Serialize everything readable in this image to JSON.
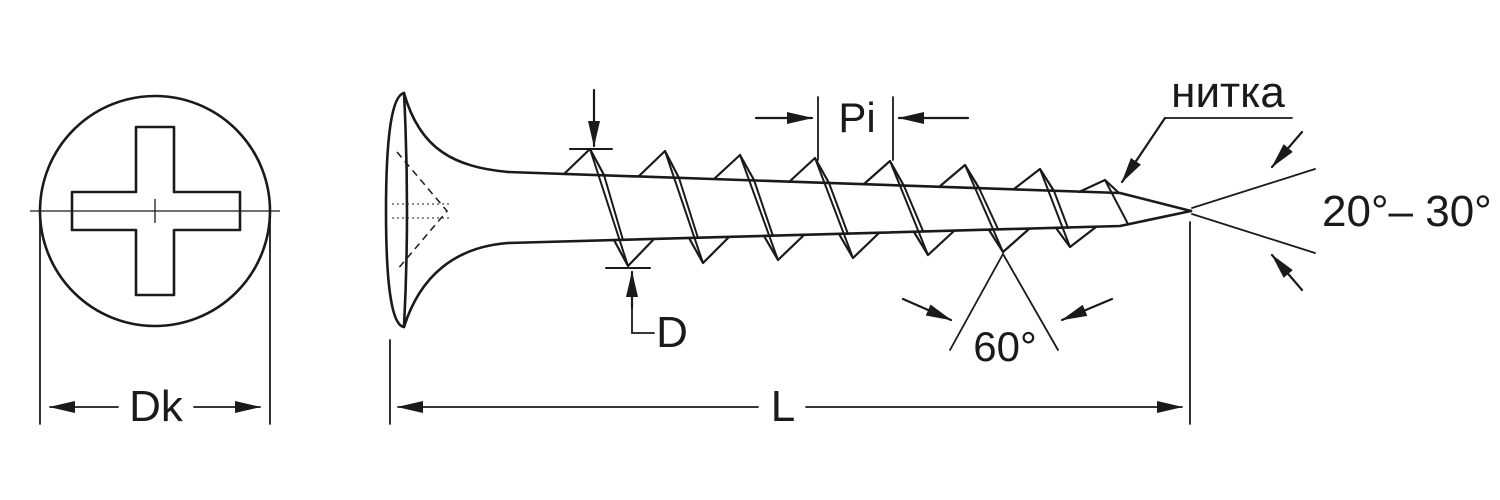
{
  "diagram": {
    "title": "drywall-screw-dimension-drawing",
    "labels": {
      "head_diameter": "Dk",
      "thread_diameter": "D",
      "pitch": "Pi",
      "length": "L",
      "thread": "нитка",
      "flank_angle": "60°",
      "tip_angle": "20°– 30°"
    },
    "colors": {
      "line": "#1a1a1a",
      "background": "#ffffff"
    }
  }
}
